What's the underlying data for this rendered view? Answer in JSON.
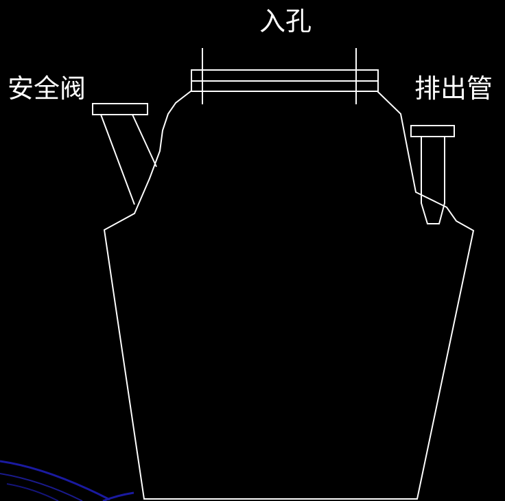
{
  "labels": {
    "manhole": "入孔",
    "safety_valve": "安全阀",
    "drain_pipe": "排出管"
  },
  "colors": {
    "background": "#000000",
    "lines": "#ffffff",
    "swoosh": "#1a1aa0"
  }
}
